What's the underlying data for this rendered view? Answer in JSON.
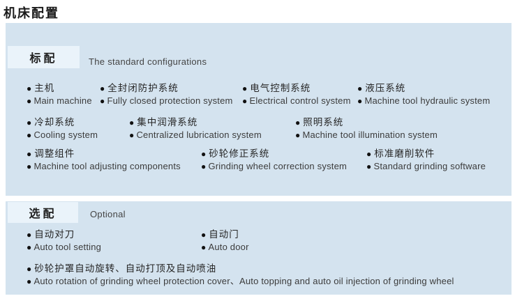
{
  "title": "机床配置",
  "colors": {
    "panel_bg": "#d4e3ef",
    "label_box_bg": "#eaf3fa"
  },
  "standard": {
    "label": "标配",
    "sublabel": "The standard configurations",
    "items": [
      {
        "cn": "主机",
        "en": "Main machine"
      },
      {
        "cn": "全封闭防护系统",
        "en": "Fully closed protection system"
      },
      {
        "cn": "电气控制系统",
        "en": "Electrical control system"
      },
      {
        "cn": "液压系统",
        "en": "Machine tool hydraulic system"
      },
      {
        "cn": "冷却系统",
        "en": "Cooling system"
      },
      {
        "cn": "集中润滑系统",
        "en": "Centralized lubrication system"
      },
      {
        "cn": "照明系统",
        "en": "Machine tool illumination system"
      },
      {
        "cn": "调整组件",
        "en": "Machine tool adjusting components"
      },
      {
        "cn": "砂轮修正系统",
        "en": "Grinding wheel correction system"
      },
      {
        "cn": "标准磨削软件",
        "en": "Standard grinding software"
      }
    ]
  },
  "optional": {
    "label": "选配",
    "sublabel": "Optional",
    "items": [
      {
        "cn": "自动对刀",
        "en": "Auto tool setting"
      },
      {
        "cn": "自动门",
        "en": "Auto door"
      },
      {
        "cn": "砂轮护罩自动旋转、自动打顶及自动喷油",
        "en": "Auto rotation of grinding wheel protection cover、Auto topping and auto oil injection of grinding wheel"
      }
    ]
  }
}
